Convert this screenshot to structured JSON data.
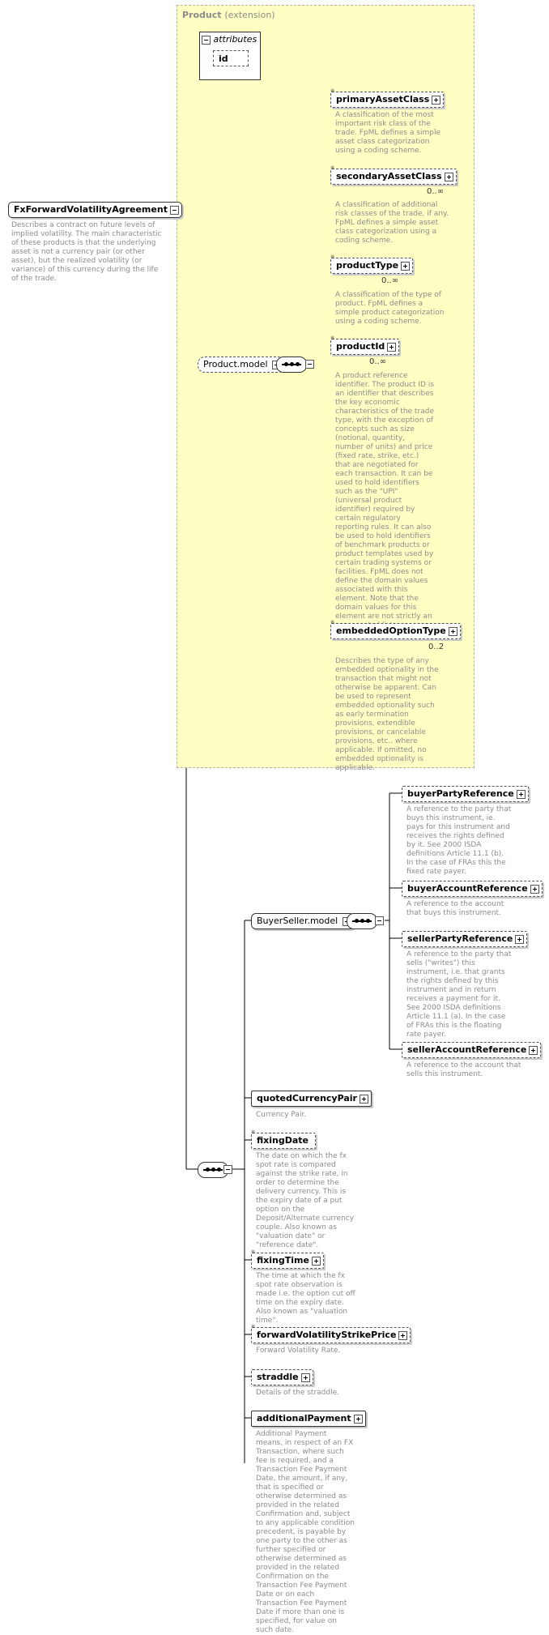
{
  "root": {
    "name": "FxForwardVolatilityAgreement",
    "description": "Describes a contract on future levels of implied volatility. The main characteristic of these products is that the underlying asset is not a currency pair (or other asset), but the realized volatility (or variance) of this currency during the life of the trade."
  },
  "extension": {
    "title": "Product",
    "subtitle": "(extension)",
    "attributes_label": "attributes",
    "attribute_id": "id",
    "group_name": "Product.model",
    "elements": [
      {
        "name": "primaryAssetClass",
        "occurs": "",
        "description": "A classification of the most important risk class of the trade. FpML defines a simple asset class categorization using a coding scheme."
      },
      {
        "name": "secondaryAssetClass",
        "occurs": "0..∞",
        "description": "A classification of additional risk classes of the trade, if any. FpML defines a simple asset class categorization using a coding scheme."
      },
      {
        "name": "productType",
        "occurs": "0..∞",
        "description": "A classification of the type of product. FpML defines a simple product categorization using a coding scheme."
      },
      {
        "name": "productId",
        "occurs": "0..∞",
        "description": "A product reference identifier. The product ID is an identifier that describes the key economic characteristics of the trade type, with the exception of concepts such as size (notional, quantity, number of units) and price (fixed rate, strike, etc.) that are negotiated for each transaction. It can be used to hold identifiers such as the \"UPI\" (universal product identifier) required by certain regulatory reporting rules. It can also be used to hold identifiers of benchmark products or product templates used by certain trading systems or facilities. FpML does not define the domain values associated with this element. Note that the domain values for this element are not strictly an enumerated list."
      },
      {
        "name": "embeddedOptionType",
        "occurs": "0..2",
        "description": "Describes the type of any embedded optionality in the transaction that might not otherwise be apparent. Can be used to represent embedded optionality such as early termination provisions, extendible provisions, or cancelable provisions, etc.. where applicable. If omitted, no embedded optionality is applicable."
      }
    ]
  },
  "buyerSeller": {
    "group_name": "BuyerSeller.model",
    "elements": [
      {
        "name": "buyerPartyReference",
        "description": "A reference to the party that buys this instrument, ie. pays for this instrument and receives the rights defined by it. See 2000 ISDA definitions Article 11.1 (b). In the case of FRAs this the fixed rate payer."
      },
      {
        "name": "buyerAccountReference",
        "description": "A reference to the account that buys this instrument."
      },
      {
        "name": "sellerPartyReference",
        "description": "A reference to the party that sells (\"writes\") this instrument, i.e. that grants the rights defined by this instrument and in return receives a payment for it. See 2000 ISDA definitions Article 11.1 (a). In the case of FRAs this is the floating rate payer."
      },
      {
        "name": "sellerAccountReference",
        "description": "A reference to the account that sells this instrument."
      }
    ]
  },
  "elements": [
    {
      "name": "quotedCurrencyPair",
      "description": "Currency Pair."
    },
    {
      "name": "fixingDate",
      "description": "The date on which the fx spot rate is compared against the strike rate, in order to determine the delivery currency. This is the expiry date of a put option on the Deposit/Alternate currency couple. Also known as \"valuation date\" or \"reference date\"."
    },
    {
      "name": "fixingTime",
      "description": "The time at which the fx spot rate observation is made i.e. the option cut off time on the expiry date. Also known as \"valuation time\"."
    },
    {
      "name": "forwardVolatilityStrikePrice",
      "description": "Forward Volatility Rate."
    },
    {
      "name": "straddle",
      "description": "Details of the straddle."
    },
    {
      "name": "additionalPayment",
      "description": "Additional Payment means, in respect of an FX Transaction, where such fee is required, and a Transaction Fee Payment Date, the amount, if any, that is specified or otherwise determined as provided in the related Confirmation and, subject to any applicable condition precedent, is payable by one party to the other as further specified or otherwise determined as provided in the related Confirmation on the Transaction Fee Payment Date or on each Transaction Fee Payment Date if more than one is specified, for value on such date."
    }
  ]
}
